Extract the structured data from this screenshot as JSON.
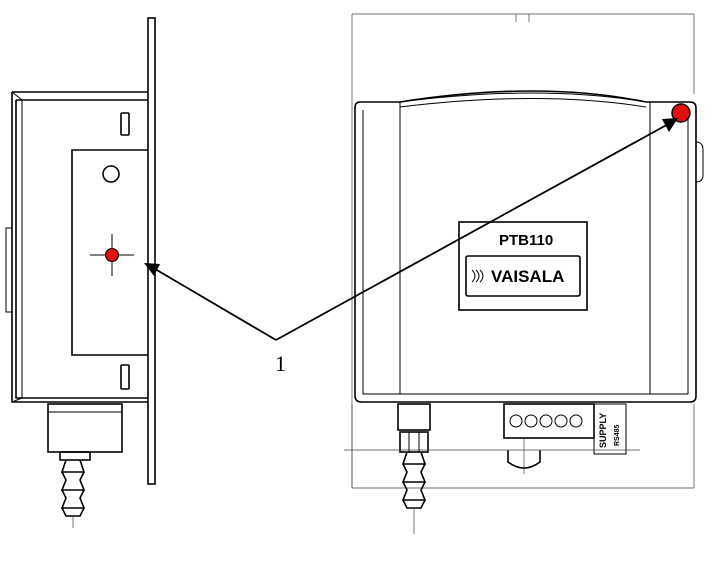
{
  "labels": {
    "model": "PTB110",
    "brand": "VAISALA",
    "supply": "SUPPLY",
    "interface": "RS485",
    "callout": "1"
  },
  "colors": {
    "marker": "#e01010",
    "line": "#000000",
    "background": "#ffffff"
  },
  "icons": {
    "brand_logo": "vaisala-logo-icon",
    "marker": "red-dot-marker-icon"
  }
}
